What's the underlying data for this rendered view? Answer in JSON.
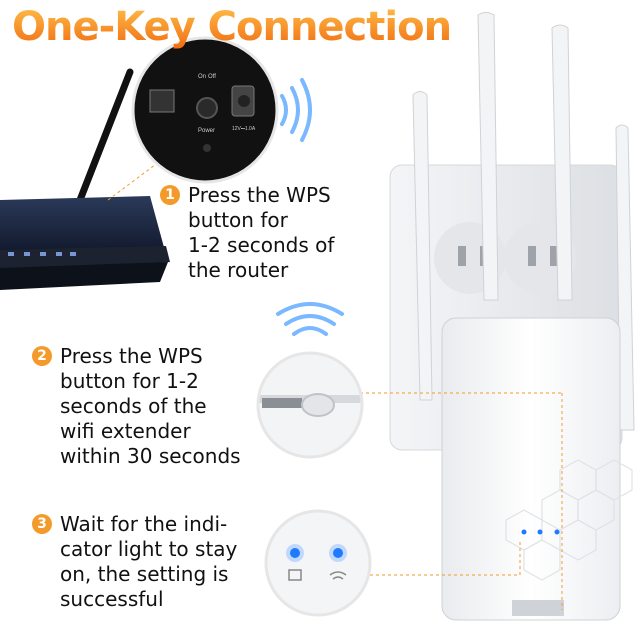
{
  "title": "One-Key Connection",
  "steps": [
    {
      "num": "1",
      "text": "Press the WPS\nbutton for\n1-2 seconds of\nthe router"
    },
    {
      "num": "2",
      "text": "Press the WPS\nbutton for 1-2\nseconds of the\nwifi extender\nwithin 30 seconds"
    },
    {
      "num": "3",
      "text": "Wait for the indi-\ncator light to stay\non, the setting is\nsuccessful"
    }
  ],
  "router_panel": {
    "on_label": "On",
    "off_label": "Off",
    "power_label": "Power",
    "dc_label": "12V⎓1.0A"
  },
  "colors": {
    "title": "#f08a1c",
    "accent": "#f39a2a",
    "led": "#1e7bff",
    "router_body": "#1b2333"
  }
}
